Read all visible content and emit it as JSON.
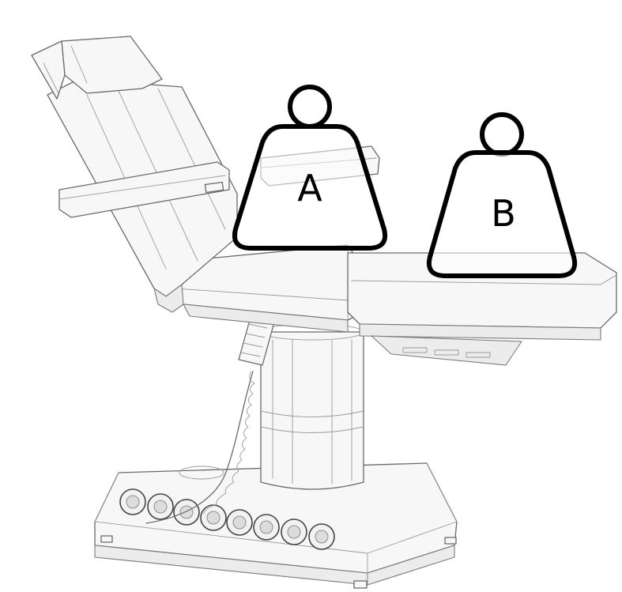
{
  "weights": [
    {
      "id": "A",
      "label": "A"
    },
    {
      "id": "B",
      "label": "B"
    }
  ]
}
